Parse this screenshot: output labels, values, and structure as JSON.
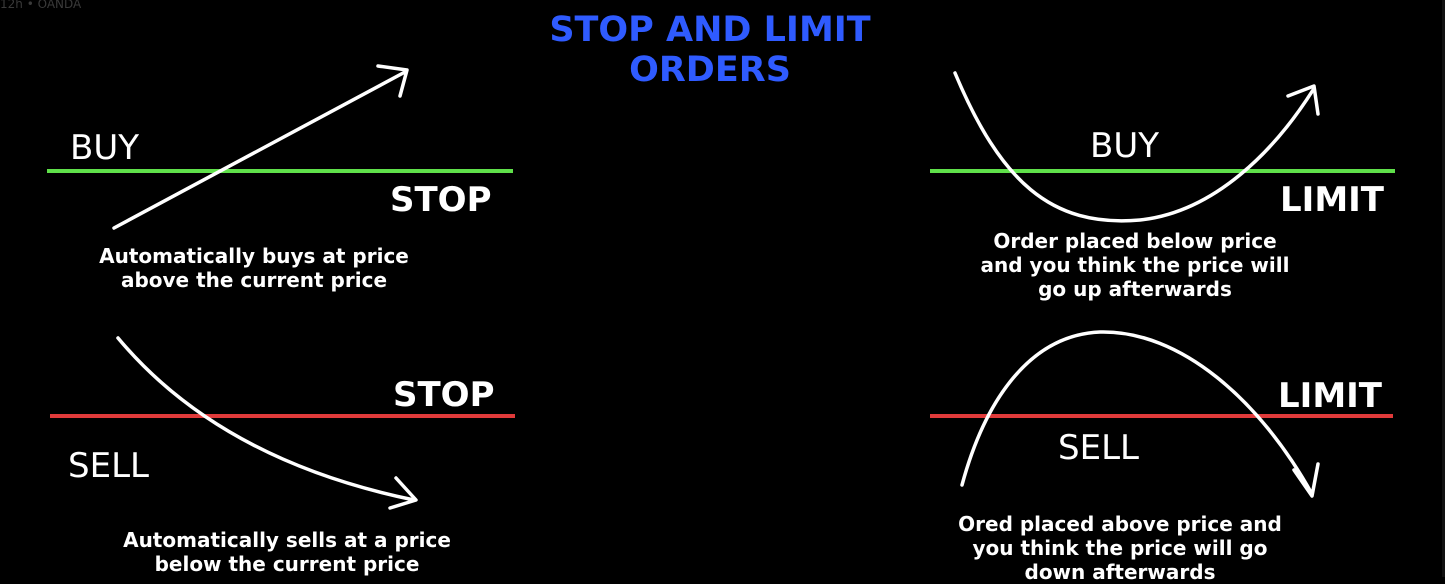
{
  "watermark": "12h • OANDA",
  "title": {
    "line1": "STOP AND LIMIT",
    "line2": "ORDERS"
  },
  "colors": {
    "title": "#2f5bff",
    "buy_line": "#5fe04a",
    "sell_line": "#e03a3a",
    "arrow": "#ffffff"
  },
  "panels": {
    "buy_stop": {
      "side_label": "BUY",
      "order_label": "STOP",
      "desc": [
        "Automatically buys at price",
        "above the current price"
      ]
    },
    "sell_stop": {
      "side_label": "SELL",
      "order_label": "STOP",
      "desc": [
        "Automatically sells at a price",
        "below the current price"
      ]
    },
    "buy_limit": {
      "side_label": "BUY",
      "order_label": "LIMIT",
      "desc": [
        "Order placed below price",
        "and you think the price will",
        "go up afterwards"
      ]
    },
    "sell_limit": {
      "side_label": "SELL",
      "order_label": "LIMIT",
      "desc": [
        "Ored placed above price and",
        "you think the price will go",
        "down afterwards"
      ]
    }
  }
}
